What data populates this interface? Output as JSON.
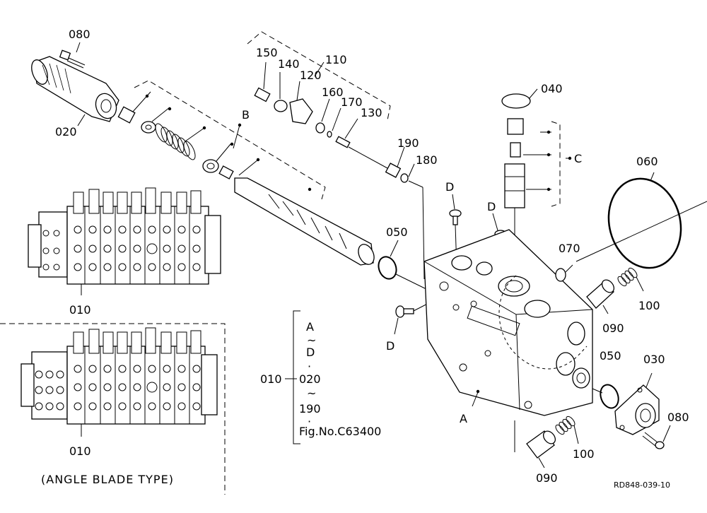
{
  "callouts": {
    "p080_top": "080",
    "p020": "020",
    "p150": "150",
    "p140": "140",
    "p120": "120",
    "p110": "110",
    "p160": "160",
    "p170": "170",
    "p130": "130",
    "pB": "B",
    "p190": "190",
    "p180": "180",
    "p040": "040",
    "pC": "C",
    "p060": "060",
    "pD1": "D",
    "pD2": "D",
    "pD3": "D",
    "p050_top": "050",
    "p070": "070",
    "p100_right": "100",
    "p090_right": "090",
    "p050_bottom": "050",
    "p030": "030",
    "p080_bottom": "080",
    "p100_bottom": "100",
    "p090_bottom": "090",
    "pA": "A",
    "p010_top": "010",
    "p010_bottom": "010"
  },
  "variant_label": "(ANGLE BLADE TYPE)",
  "legend": {
    "main": "010",
    "line1": "A",
    "tilde1": "~",
    "line2": "D",
    "dot1": "·",
    "line3": "020",
    "tilde2": "~",
    "line4": "190",
    "dot2": "·",
    "line5": "Fig.No.C63400"
  },
  "drawing_code": "RD848-039-10"
}
